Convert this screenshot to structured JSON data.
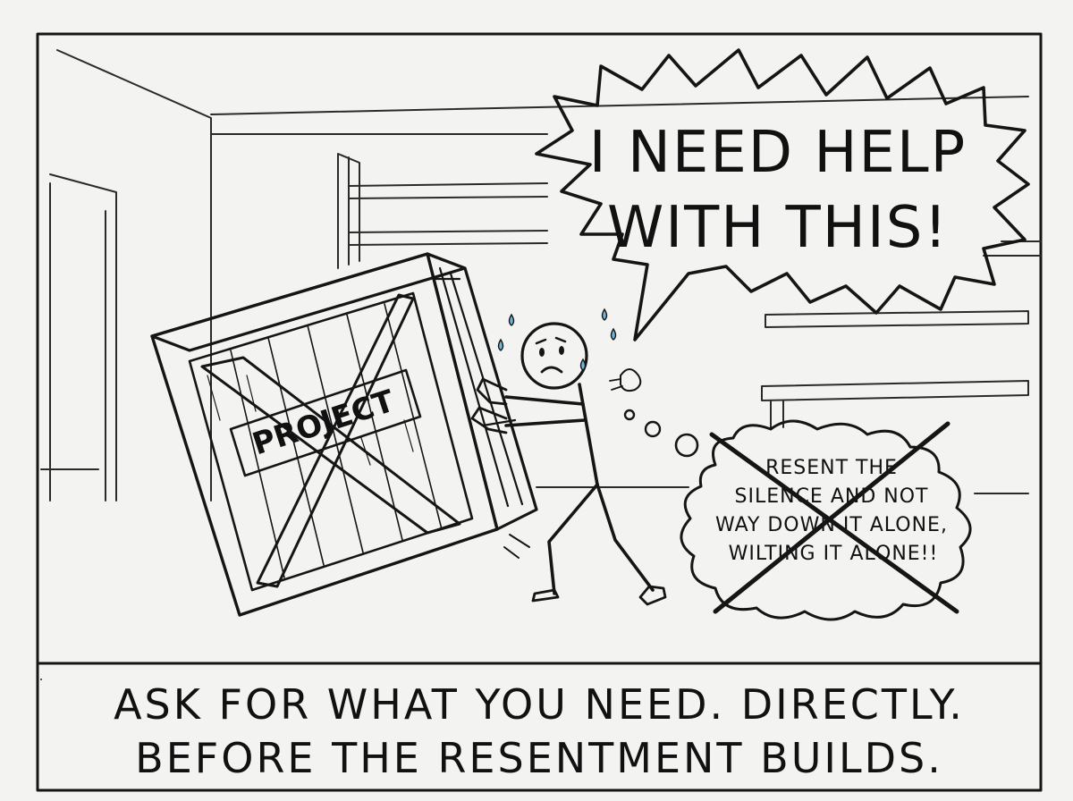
{
  "panel": {
    "speech_line1": "I NEED HELP",
    "speech_line2": "WITH THIS!",
    "crate_label": "PROJECT",
    "thought_lines": [
      "RESENT THE",
      "SILENCE AND NOT",
      "WAY DOWN IT ALONE,",
      "WILTING IT ALONE!!"
    ]
  },
  "caption": {
    "line1": "ASK FOR WHAT YOU NEED. DIRECTLY.",
    "line2": "BEFORE THE RESENTMENT BUILDS."
  },
  "colors": {
    "ink": "#151515",
    "paper": "#f3f3f1",
    "crate_label_text": "#8c2320",
    "sweat": "#6fb6d6"
  }
}
